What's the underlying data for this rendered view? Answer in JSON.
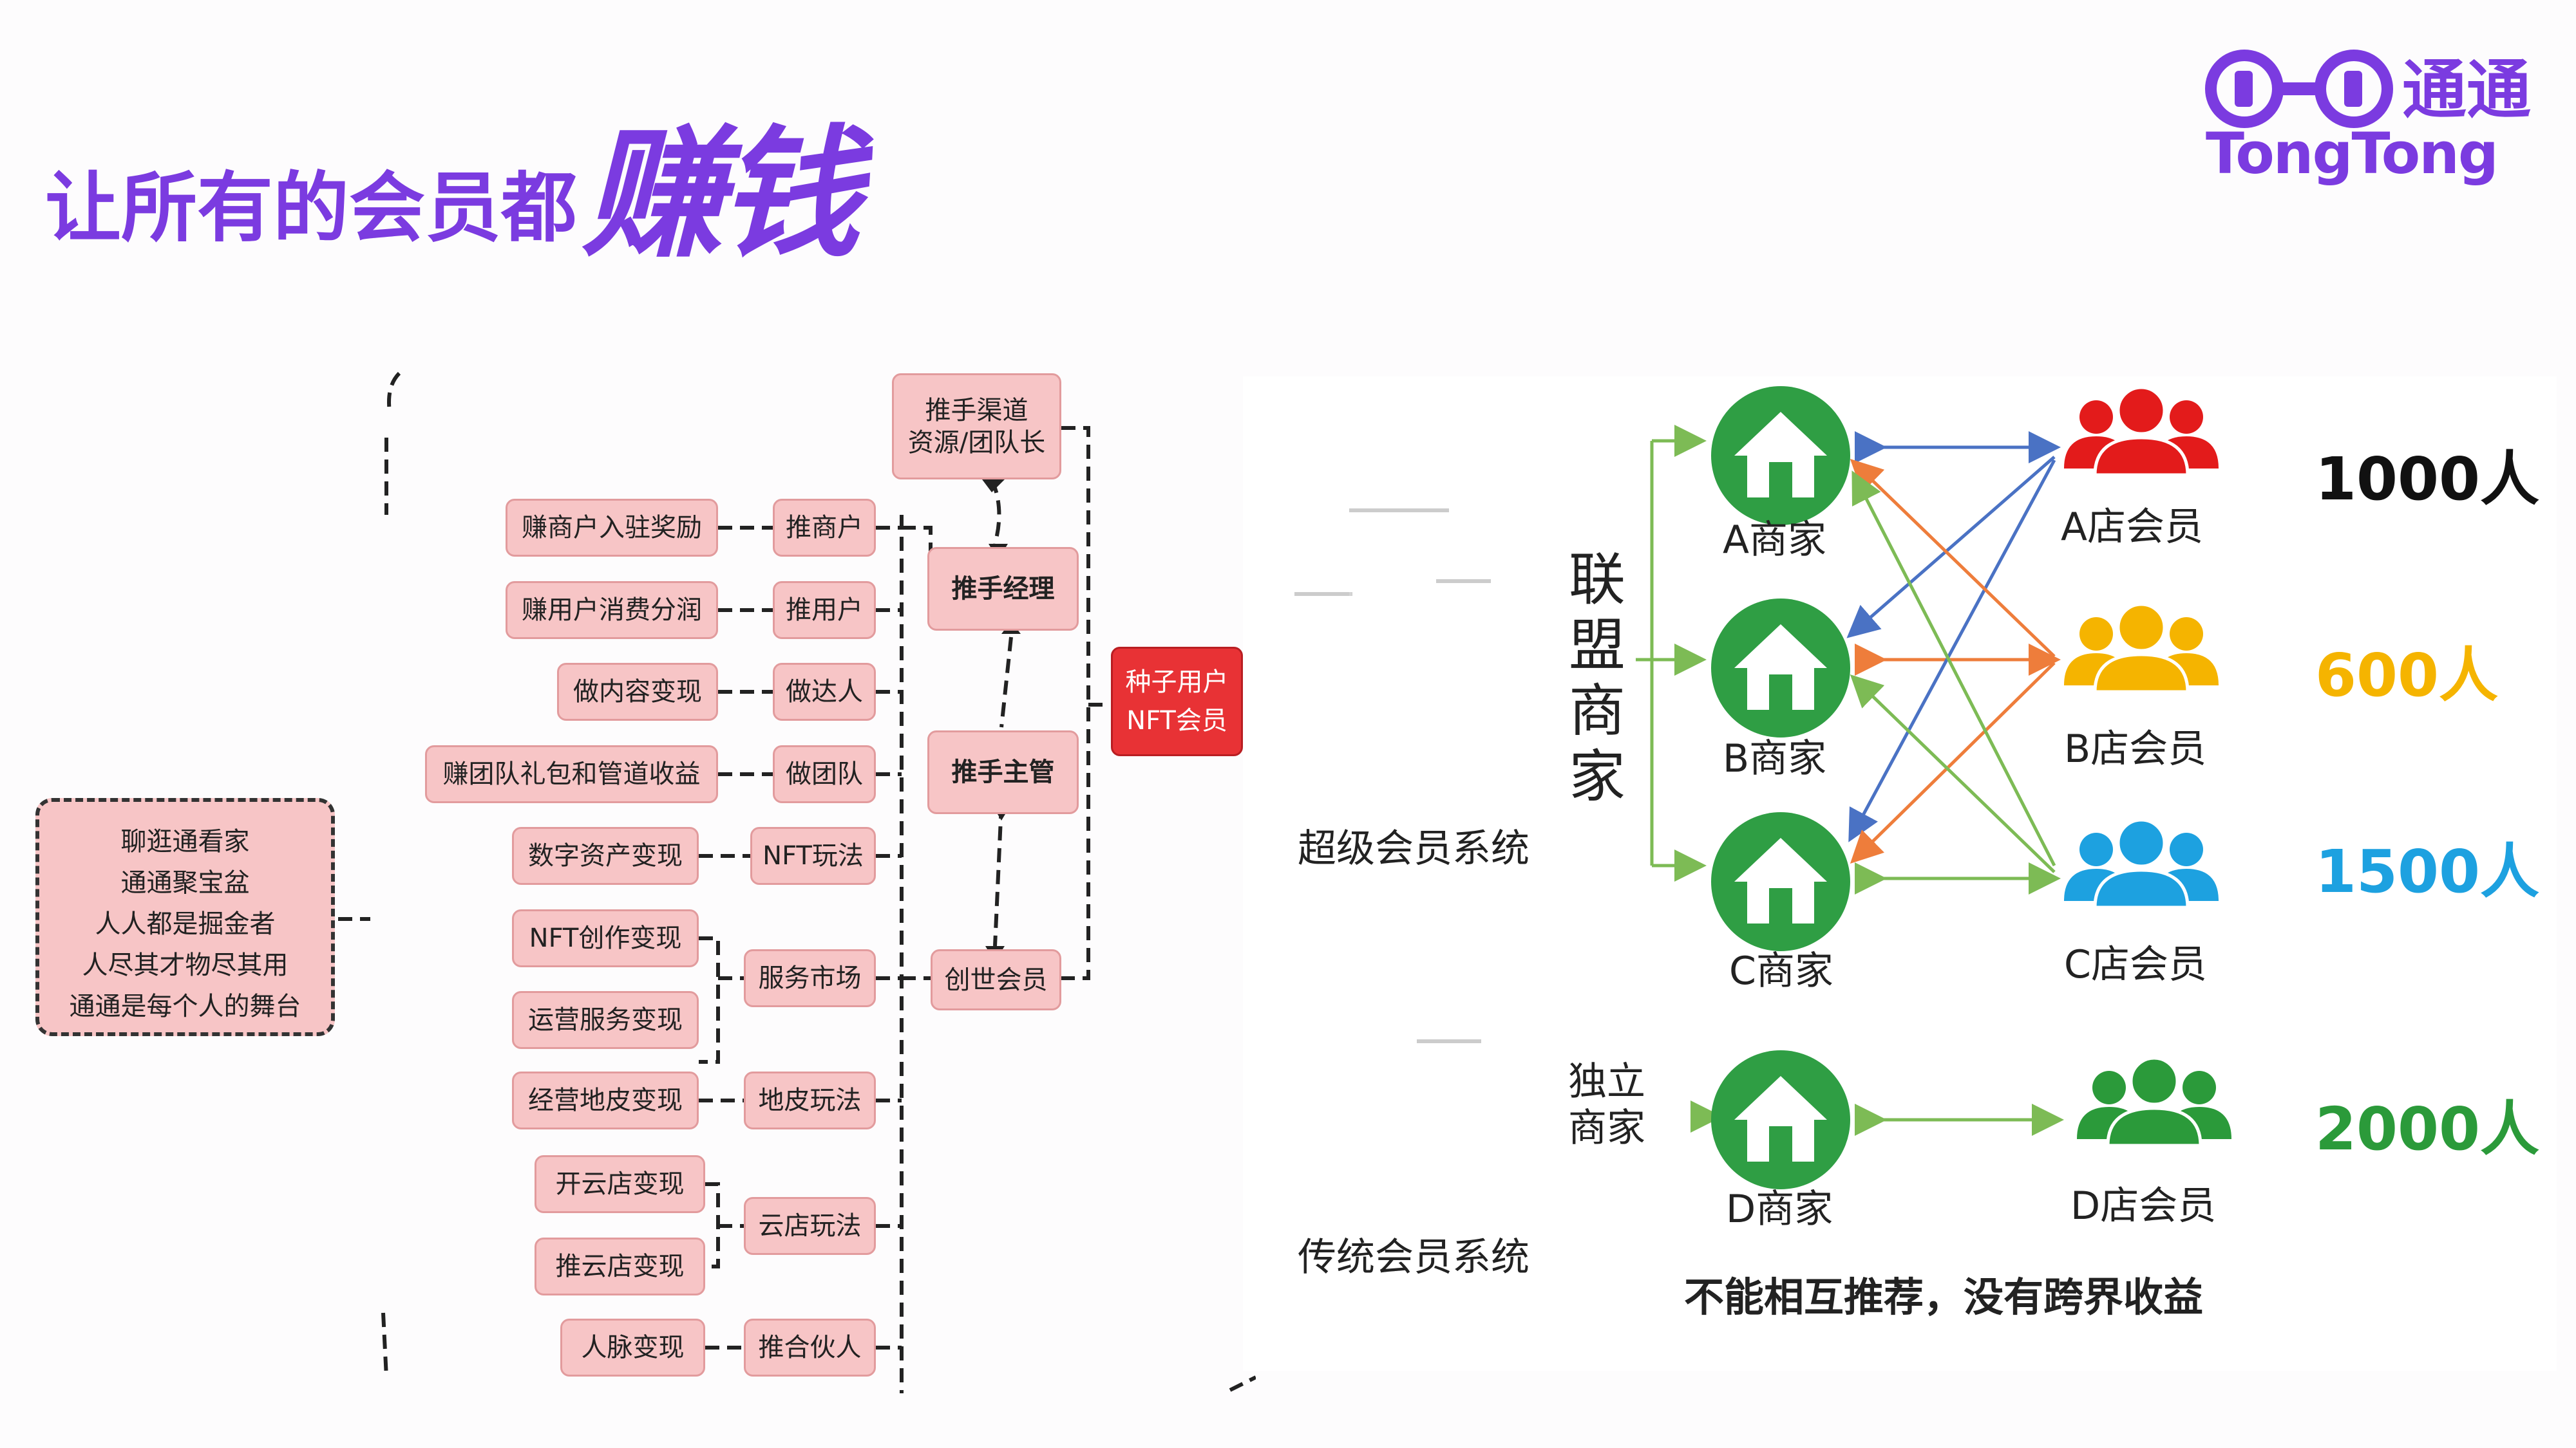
{
  "title": {
    "main": "让所有的会员都",
    "emphasis": "赚钱"
  },
  "logo": {
    "latin": "TongTong",
    "chinese": "通通"
  },
  "mindmap": {
    "root_lines": [
      "聊逛通看家",
      "通通聚宝盆",
      "人人都是掘金者",
      "人尽其才物尽其用",
      "通通是每个人的舞台"
    ],
    "earnings": [
      "赚商户入驻奖励",
      "赚用户消费分润",
      "做内容变现",
      "赚团队礼包和管道收益",
      "数字资产变现",
      "NFT创作变现",
      "运营服务变现",
      "经营地皮变现",
      "开云店变现",
      "推云店变现",
      "人脉变现"
    ],
    "actions": [
      "推商户",
      "推用户",
      "做达人",
      "做团队",
      "NFT玩法",
      "服务市场",
      "地皮玩法",
      "云店玩法",
      "推合伙人"
    ],
    "roles": {
      "channel": "推手渠道\n资源/团队长",
      "manager": "推手经理",
      "supervisor": "推手主管",
      "founder": "创世会员"
    },
    "seed": "种子用户\nNFT会员"
  },
  "diagram": {
    "super_system": "超级会员系统",
    "alliance": "联盟商家",
    "traditional_system": "传统会员系统",
    "independent": "独立商家",
    "merchants": [
      "A商家",
      "B商家",
      "C商家",
      "D商家"
    ],
    "members": [
      "A店会员",
      "B店会员",
      "C店会员",
      "D店会员"
    ],
    "counts": [
      "1000人",
      "600人",
      "1500人",
      "2000人"
    ],
    "note": "不能相互推荐，没有跨界收益",
    "colors": {
      "house": "#2f9e44",
      "a_member": "#e31b1b",
      "b_member": "#f5b400",
      "c_member": "#1da1e0",
      "d_member": "#2b9a3a",
      "count_a": "#111111",
      "count_b": "#f5b400",
      "count_c": "#1da1e0",
      "count_d": "#2b9a3a",
      "arrow_green": "#7dbb55",
      "arrow_blue": "#4a72c4",
      "arrow_orange": "#ee7d3b",
      "title": "#7b3be0"
    }
  }
}
